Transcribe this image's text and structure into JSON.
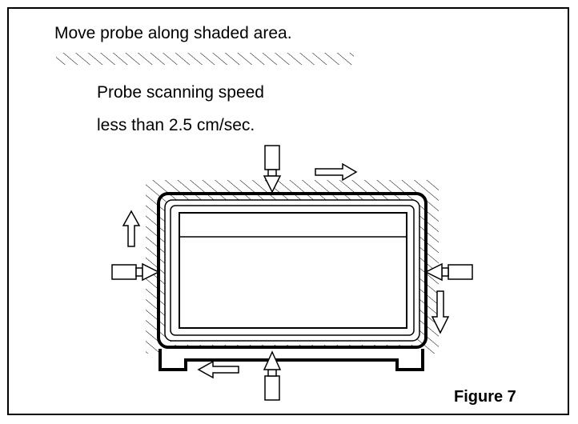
{
  "instruction": "Move probe along shaded area.",
  "speed_line1": "Probe scanning speed",
  "speed_line2": "less than 2.5 cm/sec.",
  "caption": "Figure 7"
}
